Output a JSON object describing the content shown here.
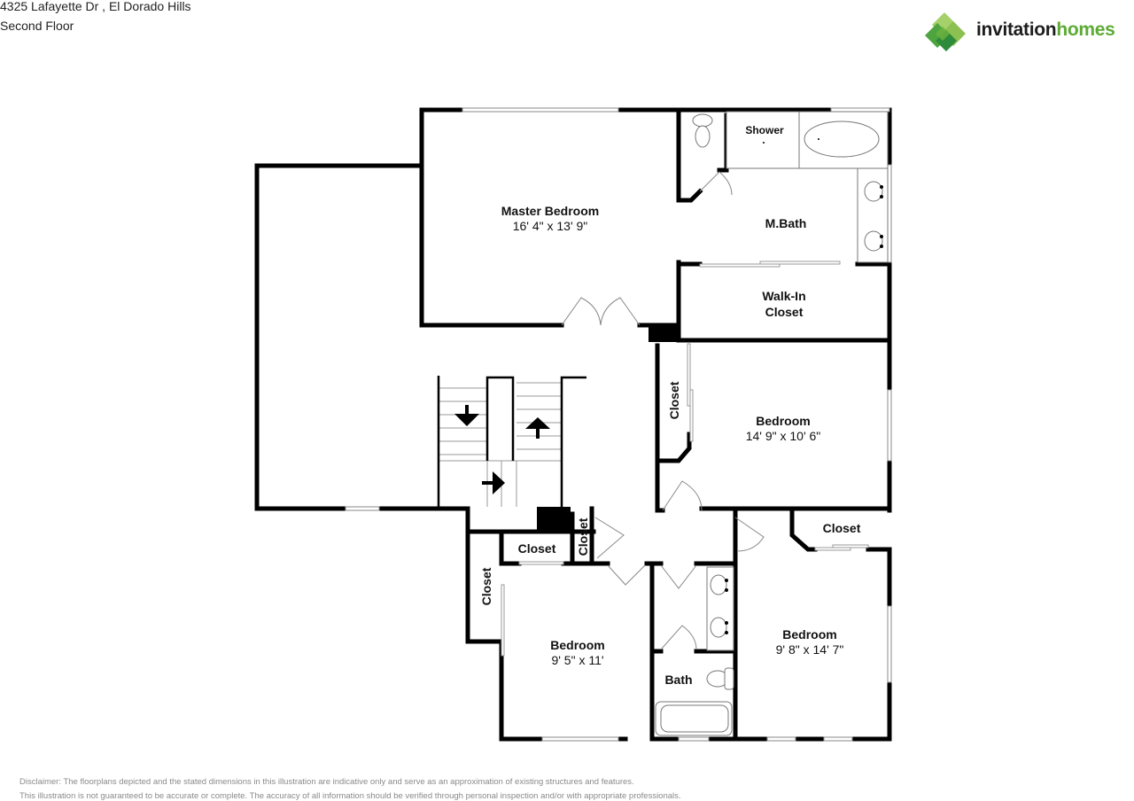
{
  "header": {
    "address": "4325 Lafayette Dr , El Dorado Hills",
    "floor": "Second Floor"
  },
  "logo": {
    "word1": "invitation",
    "word2": "homes",
    "icon": "diamond-cluster-logo-icon",
    "colors": {
      "light_green": "#a6d06a",
      "mid_green": "#6cb33f",
      "dark_green": "#2e8b3a"
    }
  },
  "rooms": {
    "master_bedroom": {
      "name": "Master Bedroom",
      "dims": "16' 4\" x 13' 9\""
    },
    "master_bath": {
      "name": "M.Bath"
    },
    "shower": {
      "name": "Shower"
    },
    "walk_in_closet": {
      "line1": "Walk-In",
      "line2": "Closet"
    },
    "bedroom_east": {
      "name": "Bedroom",
      "dims": "14' 9\" x 10' 6\""
    },
    "closet_east_bedroom": {
      "name": "Closet"
    },
    "bedroom_sw": {
      "name": "Bedroom",
      "dims": "9' 5\" x 11'"
    },
    "closet_sw_vertical": {
      "name": "Closet"
    },
    "closet_sw_horizontal": {
      "name": "Closet"
    },
    "closet_hall": {
      "name": "Closet"
    },
    "bedroom_se": {
      "name": "Bedroom",
      "dims": "9' 8\" x 14' 7\""
    },
    "closet_se": {
      "name": "Closet"
    },
    "bath": {
      "name": "Bath"
    }
  },
  "disclaimer": {
    "line1": "Disclaimer: The floorplans depicted and the stated dimensions in this illustration are indicative only and serve as an approximation of existing structures and features.",
    "line2": "This illustration is not guaranteed to be accurate or complete. The accuracy of all information should be verified through personal inspection and/or with appropriate professionals."
  }
}
